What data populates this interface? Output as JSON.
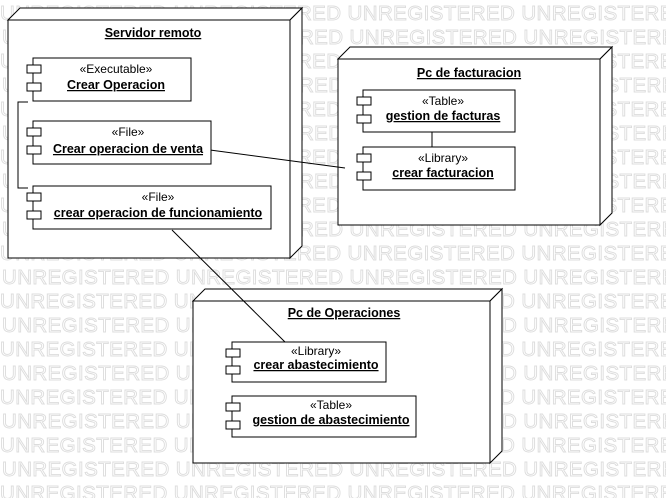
{
  "watermark_text": "UNREGISTERED UNREGISTERED UNREGISTERED UNREGISTERED",
  "nodes": {
    "servidor": {
      "title": "Servidor remoto",
      "components": [
        {
          "stereotype": "«Executable»",
          "name": "Crear Operacion"
        },
        {
          "stereotype": "«File»",
          "name": "Crear operacion de venta"
        },
        {
          "stereotype": "«File»",
          "name": "crear operacion de funcionamiento"
        }
      ]
    },
    "facturacion": {
      "title": "Pc de facturacion",
      "components": [
        {
          "stereotype": "«Table»",
          "name": "gestion de facturas"
        },
        {
          "stereotype": "«Library»",
          "name": "crear facturacion"
        }
      ]
    },
    "operaciones": {
      "title": "Pc de Operaciones",
      "components": [
        {
          "stereotype": "«Library»",
          "name": "crear abastecimiento"
        },
        {
          "stereotype": "«Table»",
          "name": "gestion de abastecimiento"
        }
      ]
    }
  }
}
